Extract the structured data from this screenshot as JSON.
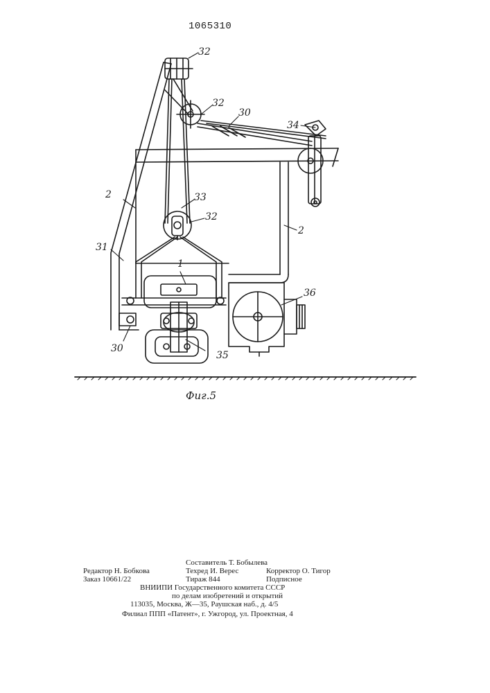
{
  "document": {
    "patent_number": "1065310",
    "figure_caption": "Фиг.5"
  },
  "drawing": {
    "callouts": {
      "c32_top": "32",
      "c32_mid": "32",
      "c30_top": "30",
      "c34": "34",
      "c2_left": "2",
      "c33": "33",
      "c32_low": "32",
      "c2_right": "2",
      "c31": "31",
      "c1": "1",
      "c36": "36",
      "c30_bottom": "30",
      "c35": "35"
    }
  },
  "imprint": {
    "compiler": "Составитель Т. Бобылева",
    "editor": "Редактор Н. Бобкова",
    "techred": "Техред И. Верес",
    "corrector": "Корректор О. Тигор",
    "order": "Заказ 10661/22",
    "circulation": "Тираж 844",
    "subscription": "Подписное",
    "org_line1": "ВНИИПИ Государственного комитета СССР",
    "org_line2": "по делам изобретений и открытий",
    "org_address": "113035, Москва, Ж—35, Раушская наб., д. 4/5",
    "branch": "Филиал ППП «Патент», г. Ужгород, ул. Проектная, 4"
  }
}
